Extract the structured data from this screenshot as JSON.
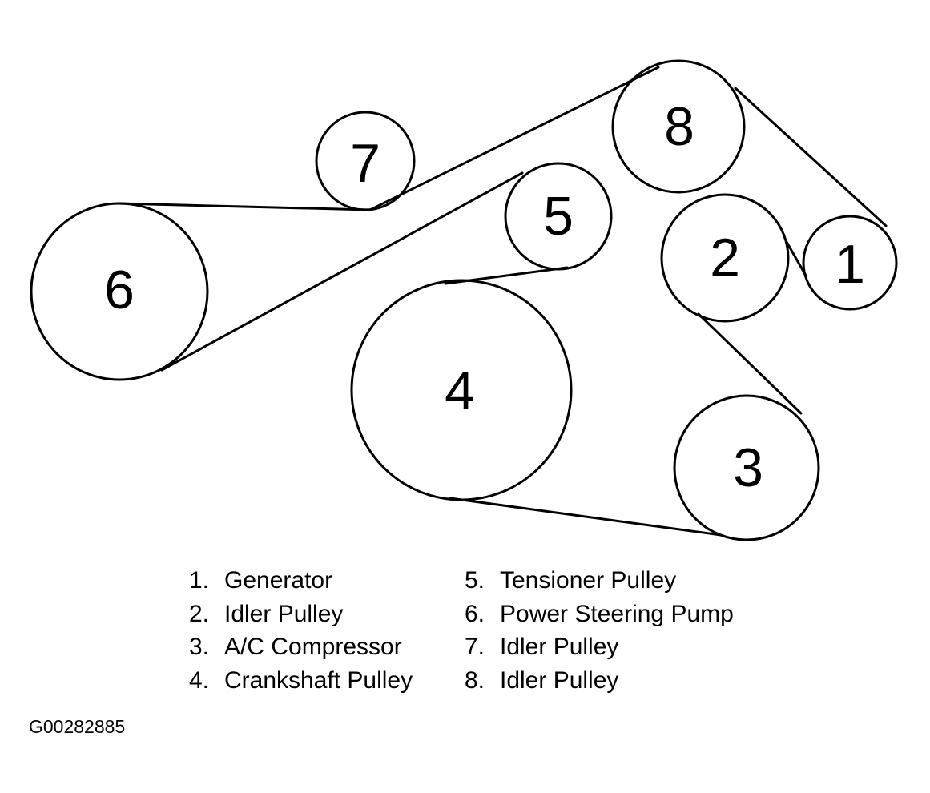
{
  "pulleys": [
    {
      "id": "1",
      "label": "1"
    },
    {
      "id": "2",
      "label": "2"
    },
    {
      "id": "3",
      "label": "3"
    },
    {
      "id": "4",
      "label": "4"
    },
    {
      "id": "5",
      "label": "5"
    },
    {
      "id": "6",
      "label": "6"
    },
    {
      "id": "7",
      "label": "7"
    },
    {
      "id": "8",
      "label": "8"
    }
  ],
  "legend": [
    {
      "num": "1.",
      "name": "Generator"
    },
    {
      "num": "2.",
      "name": "Idler Pulley"
    },
    {
      "num": "3.",
      "name": "A/C Compressor"
    },
    {
      "num": "4.",
      "name": "Crankshaft Pulley"
    },
    {
      "num": "5.",
      "name": "Tensioner Pulley"
    },
    {
      "num": "6.",
      "name": "Power Steering Pump"
    },
    {
      "num": "7.",
      "name": "Idler Pulley"
    },
    {
      "num": "8.",
      "name": "Idler Pulley"
    }
  ],
  "figure_id": "G00282885"
}
